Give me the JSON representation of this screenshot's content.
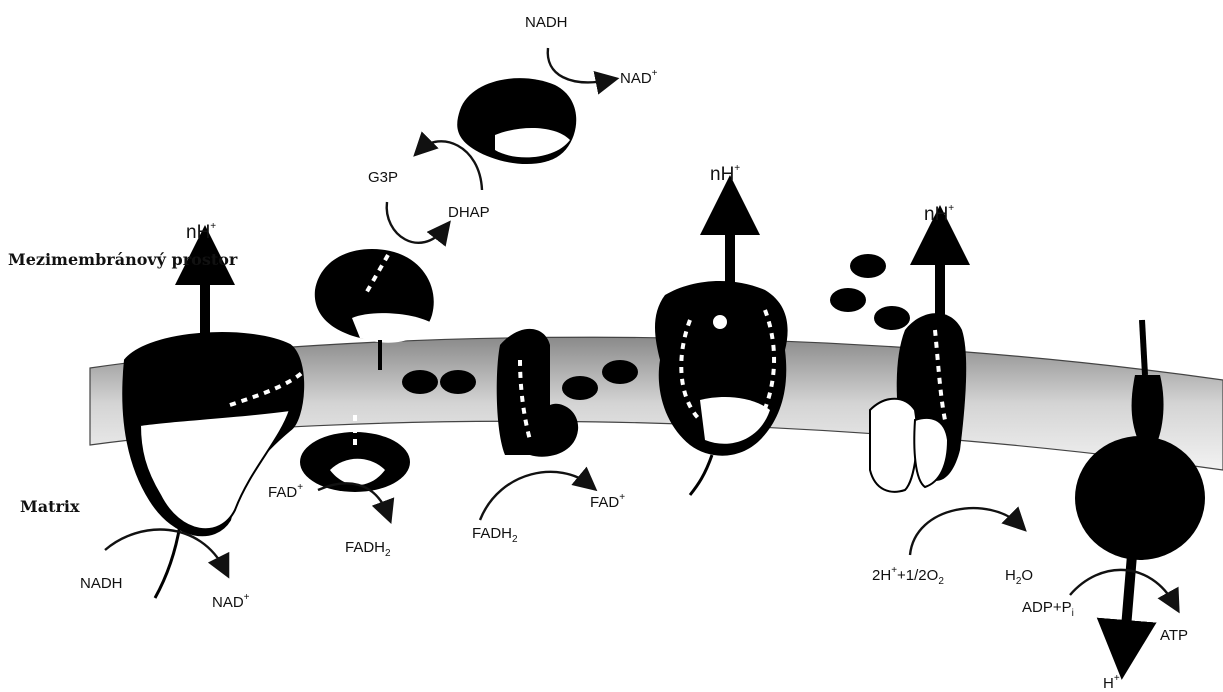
{
  "regions": {
    "intermembrane": "Mezimembránový prostor",
    "matrix": "Matrix"
  },
  "labels": {
    "nadh_top": "NADH",
    "nad_top": "NAD",
    "g3p": "G3P",
    "dhap": "DHAP",
    "nh1": "nH",
    "nh2": "nH",
    "nh3": "nH",
    "nadh_bottom": "NADH",
    "nad_bottom": "NAD",
    "fad_left": "FAD",
    "fadh2_left": "FADH",
    "fadh2_mid": "FADH",
    "fad_mid": "FAD",
    "oxygen": "2H",
    "oxygen_rest": "+1/2O",
    "water": "H",
    "water_rest": "O",
    "adp": "ADP+P",
    "atp": "ATP",
    "h_out": "H"
  },
  "colors": {
    "complex": "#000000",
    "membrane": "#cfcfcf",
    "arrow": "#111111"
  }
}
